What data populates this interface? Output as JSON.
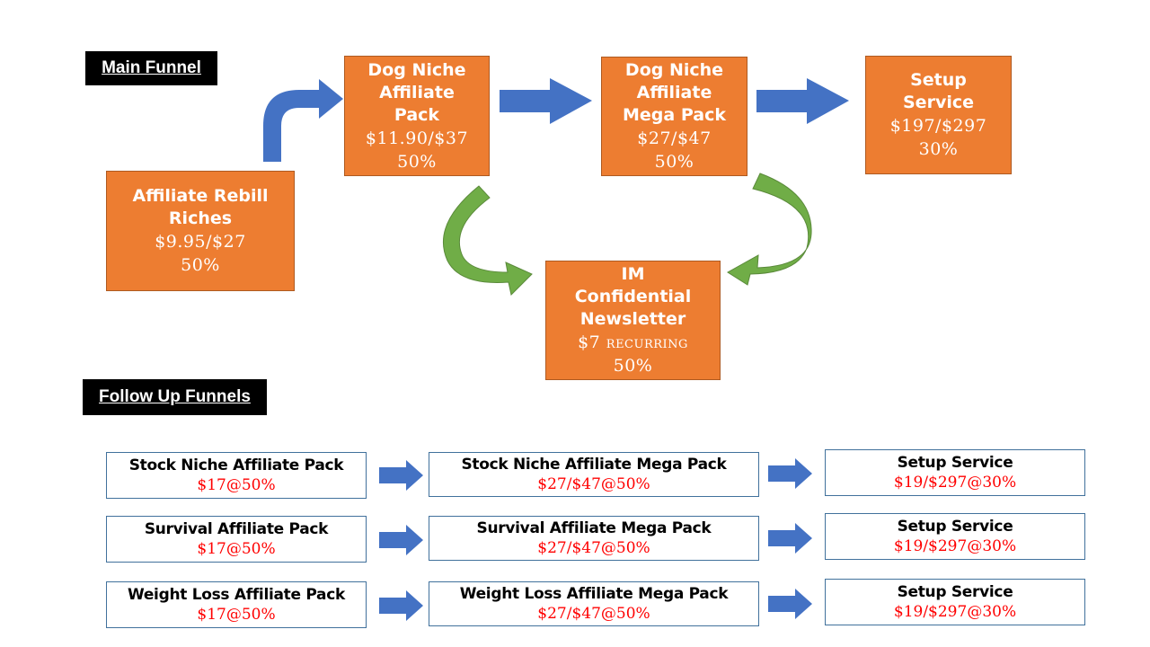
{
  "sections": {
    "main_funnel_label": "Main Funnel",
    "follow_up_label": "Follow Up Funnels"
  },
  "colors": {
    "box_orange": "#ed7d31",
    "arrow_blue": "#4472c4",
    "arrow_green": "#70ad47",
    "price_red": "#ff0000",
    "label_bg": "#000000"
  },
  "main_funnel": {
    "entry": {
      "title_line1": "Affiliate Rebill",
      "title_line2": "Riches",
      "price": "$9.95/$27",
      "commission": "50%"
    },
    "upsell1": {
      "title_line1": "Dog Niche",
      "title_line2": "Affiliate",
      "title_line3": "Pack",
      "price": "$11.90/$37",
      "commission": "50%"
    },
    "upsell2": {
      "title_line1": "Dog Niche",
      "title_line2": "Affiliate",
      "title_line3": "Mega Pack",
      "price": "$27/$47",
      "commission": "50%"
    },
    "upsell3": {
      "title_line1": "Setup",
      "title_line2": "Service",
      "price": "$197/$297",
      "commission": "30%"
    },
    "downsell": {
      "title_line1": "IM",
      "title_line2": "Confidential",
      "title_line3": "Newsletter",
      "price": "$7 recurring",
      "commission": "50%"
    }
  },
  "follow_up_funnels": [
    {
      "step1": {
        "title": "Stock Niche Affiliate  Pack",
        "price": "$17@50%"
      },
      "step2": {
        "title": "Stock Niche Affiliate  Mega Pack",
        "price": "$27/$47@50%"
      },
      "step3": {
        "title": "Setup Service",
        "price": "$19/$297@30%"
      }
    },
    {
      "step1": {
        "title": "Survival Affiliate Pack",
        "price": "$17@50%"
      },
      "step2": {
        "title": "Survival Affiliate Mega Pack",
        "price": "$27/$47@50%"
      },
      "step3": {
        "title": "Setup Service",
        "price": "$19/$297@30%"
      }
    },
    {
      "step1": {
        "title": "Weight Loss Affiliate Pack",
        "price": "$17@50%"
      },
      "step2": {
        "title": "Weight Loss Affiliate Mega Pack",
        "price": "$27/$47@50%"
      },
      "step3": {
        "title": "Setup Service",
        "price": "$19/$297@30%"
      }
    }
  ]
}
